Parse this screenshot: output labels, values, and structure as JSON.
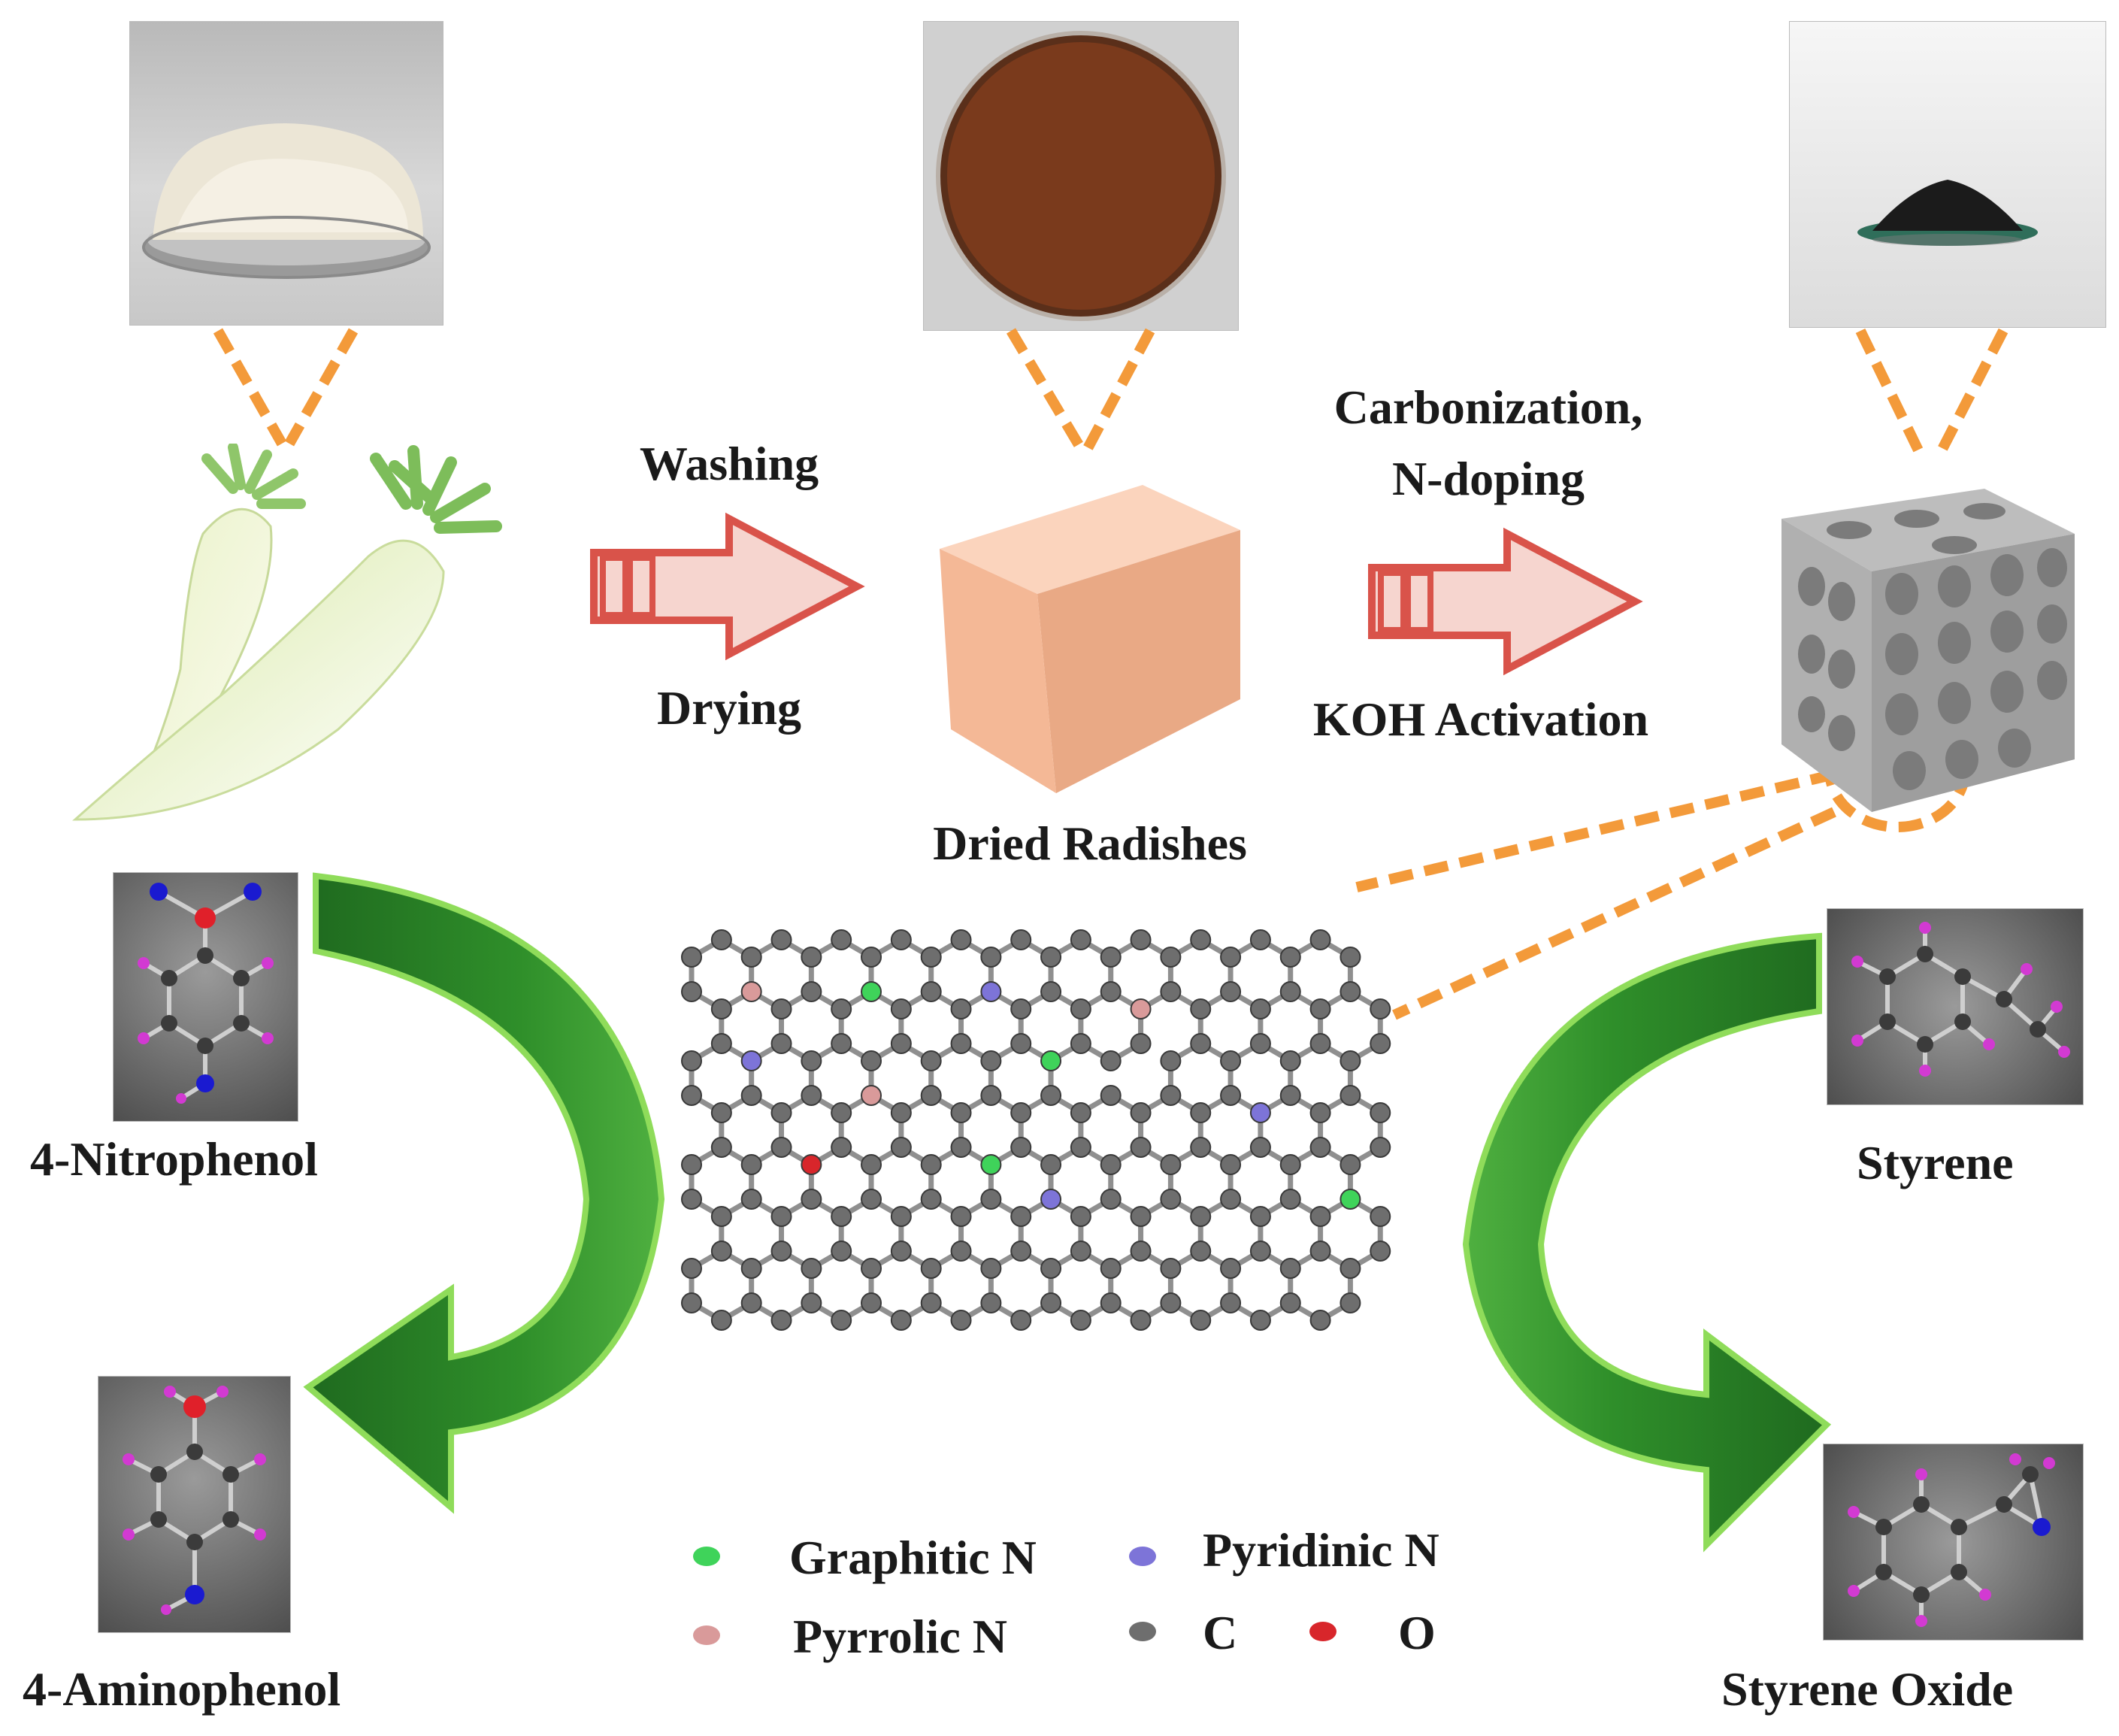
{
  "steps": {
    "step1_top": "Washing",
    "step1_bottom": "Drying",
    "step2_top_line1": "Carbonization,",
    "step2_top_line2": "N-doping",
    "step2_bottom": "KOH Activation",
    "dried_label": "Dried Radishes"
  },
  "molecules": {
    "reactant_left": "4-Nitrophenol",
    "product_left": "4-Aminophenol",
    "reactant_right": "Styrene",
    "product_right": "Styrene Oxide"
  },
  "legend": {
    "items": [
      {
        "label": "Graphitic N",
        "color": "#3fd35a"
      },
      {
        "label": "Pyridinic N",
        "color": "#7d74d8"
      },
      {
        "label": "Pyrrolic N",
        "color": "#d99a9a"
      },
      {
        "label": "C",
        "color": "#6e6e6e"
      },
      {
        "label": "O",
        "color": "#d8262b"
      }
    ]
  },
  "colors": {
    "arrow_red": "#d9534a",
    "dash_orange": "#f39a3a",
    "green_arrow": "#2f8f2a",
    "green_light": "#8fdc5a",
    "cube": "#f2b08c"
  }
}
